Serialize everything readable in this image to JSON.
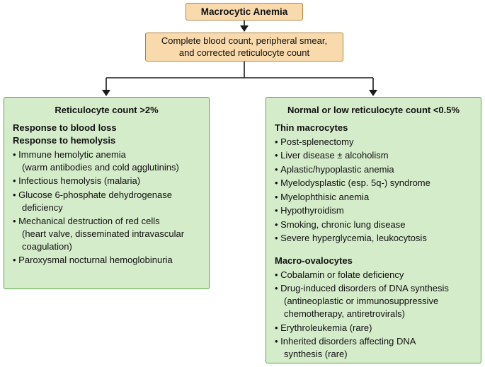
{
  "diagram": {
    "root": {
      "label": "Macrocytic Anemia"
    },
    "workup": {
      "label": "Complete blood count, peripheral smear,\nand corrected reticulocyte count"
    },
    "left": {
      "title": "Reticulocyte count >2%",
      "subtitles": [
        "Response to blood loss",
        "Response to hemolysis"
      ],
      "items": [
        "Immune hemolytic anemia\n(warm antibodies and cold agglutinins)",
        "Infectious hemolysis (malaria)",
        "Glucose 6-phosphate dehydrogenase\ndeficiency",
        "Mechanical destruction of red cells\n(heart valve, disseminated intravascular\ncoagulation)",
        "Paroxysmal nocturnal hemoglobinuria"
      ]
    },
    "right": {
      "title": "Normal or low reticulocyte count <0.5%",
      "sections": [
        {
          "heading": "Thin macrocytes",
          "items": [
            "Post-splenectomy",
            "Liver disease ± alcoholism",
            "Aplastic/hypoplastic anemia",
            "Myelodysplastic (esp. 5q-) syndrome",
            "Myelophthisic anemia",
            "Hypothyroidism",
            "Smoking, chronic lung disease",
            "Severe hyperglycemia, leukocytosis"
          ]
        },
        {
          "heading": "Macro-ovalocytes",
          "items": [
            "Cobalamin or folate deficiency",
            "Drug-induced disorders of DNA synthesis\n(antineoplastic or immunosuppressive\nchemotherapy, antiretrovirals)",
            "Erythroleukemia (rare)",
            "Inherited disorders affecting DNA\nsynthesis (rare)"
          ]
        }
      ]
    }
  },
  "colors": {
    "node_fill": "#F8DAAC",
    "node_border": "#B08542",
    "branch_fill": "#D4ECCA",
    "branch_border": "#56A546",
    "connector": "#1A1A1A",
    "text": "#111111"
  }
}
